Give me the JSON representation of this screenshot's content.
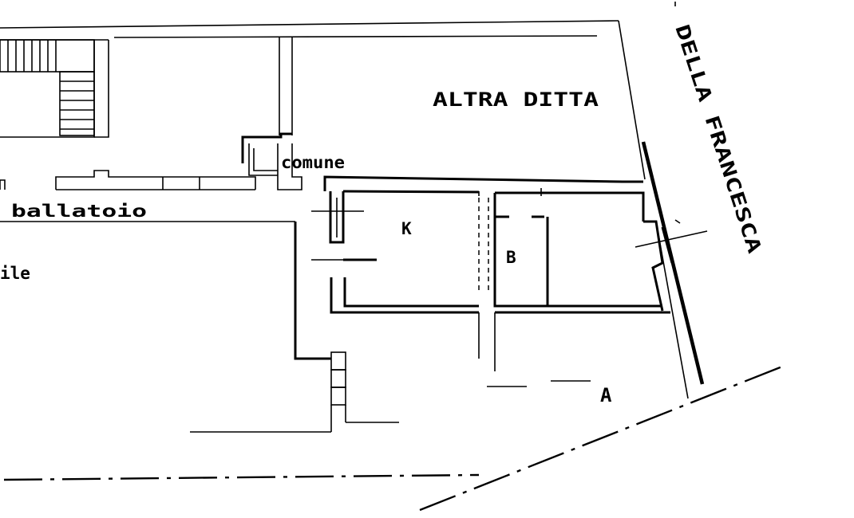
{
  "labels": {
    "altra_ditta": "ALTRA DITTA",
    "street": "DELLA FRANCESCA",
    "comune": "comune",
    "ballatoio": "ballatoio",
    "cortile_fragment": "ile",
    "room_k": "K",
    "room_b": "B",
    "room_a": "A"
  },
  "colors": {
    "ink": "#000000",
    "paper": "#ffffff"
  }
}
